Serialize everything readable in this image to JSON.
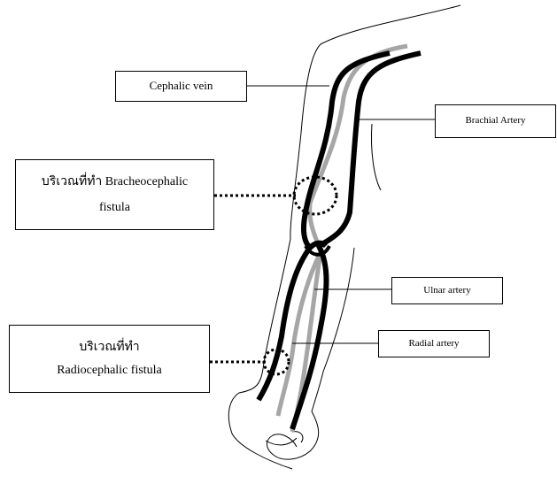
{
  "labels": {
    "cephalic_vein": "Cephalic vein",
    "brachial_artery": "Brachial Artery",
    "bracheocephalic_line1": "บริเวณที่ทำ Bracheocephalic",
    "bracheocephalic_line2": "fistula",
    "ulnar_artery": "Ulnar artery",
    "radial_artery": "Radial artery",
    "radiocephalic_line1": "บริเวณที่ทำ",
    "radiocephalic_line2": "Radiocephalic fistula"
  },
  "colors": {
    "vein": "#000000",
    "artery": "#a6a6a6",
    "outline": "#000000"
  }
}
